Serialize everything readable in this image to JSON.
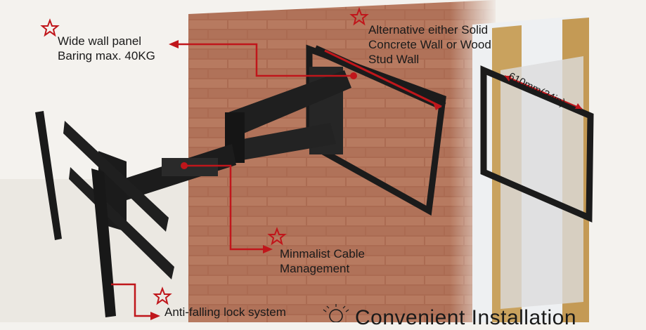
{
  "labels": {
    "wall_panel": [
      "Wide wall panel",
      "Baring max. 40KG"
    ],
    "wall_type": [
      "Alternative either Solid",
      "Concrete Wall or Wood",
      "Stud Wall"
    ],
    "dimension": "610mm(24in)",
    "cable": [
      "Minmalist Cable",
      "Management"
    ],
    "lock": "Anti-falling lock system"
  },
  "title": "Convenient Installation",
  "icons": [
    "star-icon",
    "bulb-icon"
  ],
  "colors": {
    "accent": "#c0161b",
    "brick": "#b06f55",
    "mount": "#1b1b1b",
    "wood": "#c9a25e"
  }
}
